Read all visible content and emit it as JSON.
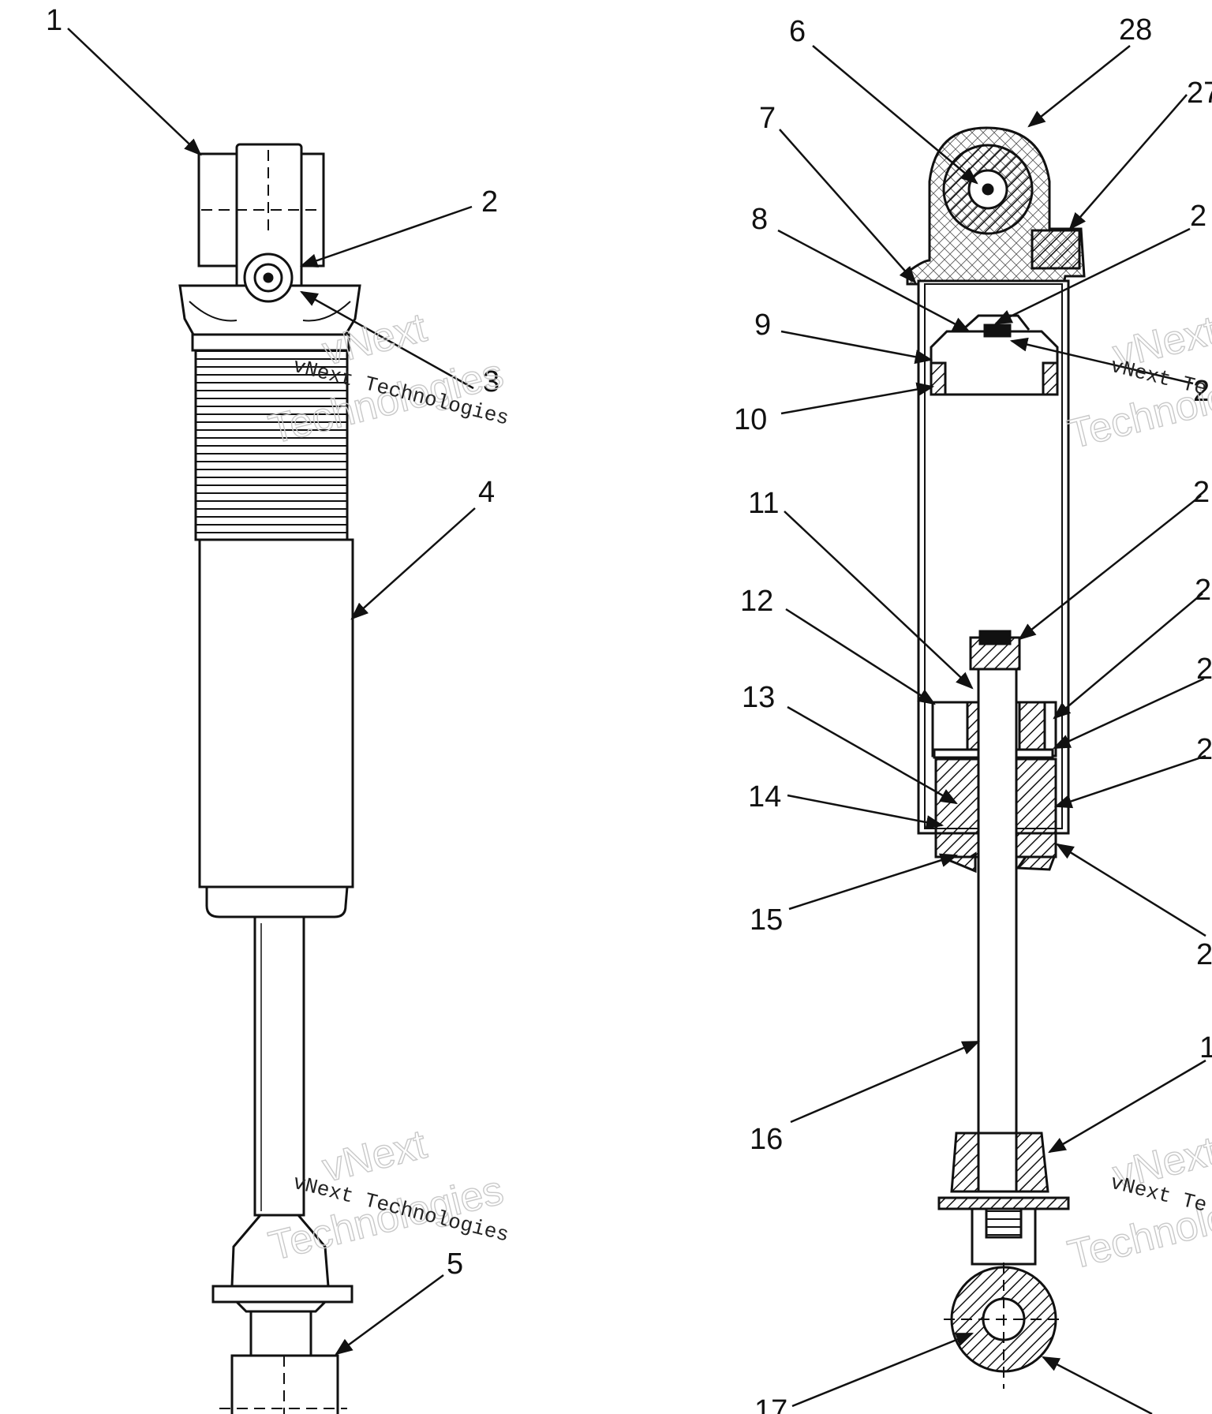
{
  "diagram": {
    "left_view_callouts": [
      "1",
      "2",
      "3",
      "4",
      "5"
    ],
    "right_view_callouts_left_side": [
      "6",
      "28",
      "7",
      "8",
      "9",
      "10",
      "11",
      "12",
      "13",
      "14",
      "15",
      "16",
      "17"
    ],
    "right_view_callouts_right_side": [
      "27",
      "2",
      "2",
      "2",
      "2",
      "2",
      "2",
      "2",
      "1"
    ],
    "colors": {
      "ink": "#111111",
      "watermark": "#c9c9c9",
      "background": "#ffffff"
    }
  },
  "watermark": {
    "line1": "vNext",
    "line2": "Technologies",
    "small": "vNext Technologies",
    "small_cut": "vNext Te"
  }
}
